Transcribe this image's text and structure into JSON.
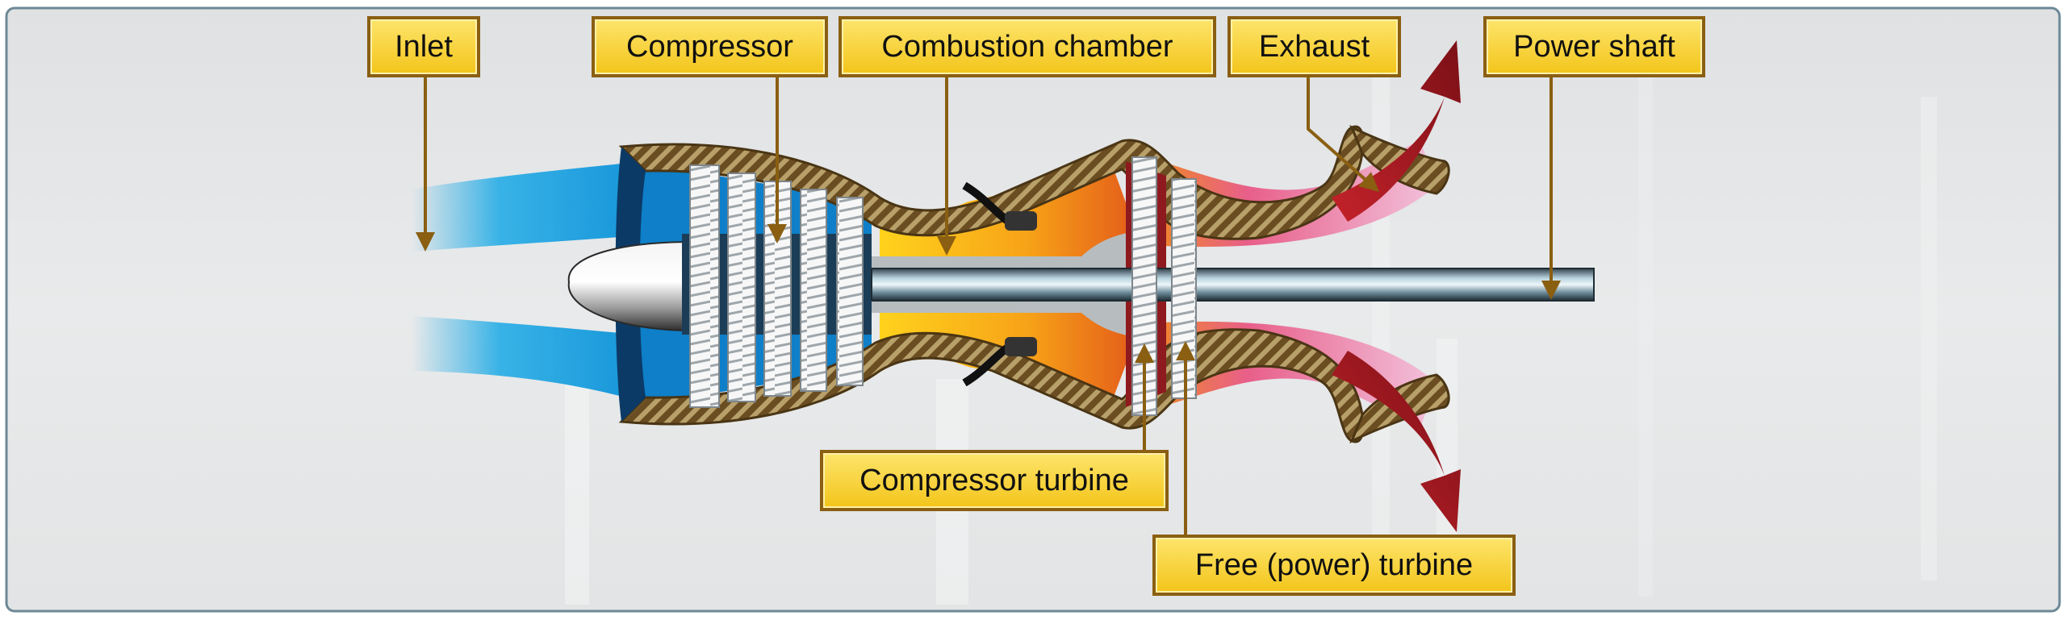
{
  "labels": {
    "inlet": "Inlet",
    "compressor": "Compressor",
    "combustion_chamber": "Combustion chamber",
    "exhaust": "Exhaust",
    "power_shaft": "Power shaft",
    "compressor_turbine": "Compressor turbine",
    "free_power_turbine": "Free (power) turbine"
  },
  "colors": {
    "label_fill": "#f5c823",
    "label_border": "#8a5f12",
    "leader_line": "#8a5f12",
    "casing": "#7a5a2a",
    "inlet_air": "#1aa9e6",
    "combustion_flame": "#f39a16",
    "exhaust_gas": "#d898c4",
    "exhaust_arrow": "#a51e23",
    "shaft": "#5f7d8c",
    "frame_border": "#6d8896"
  }
}
